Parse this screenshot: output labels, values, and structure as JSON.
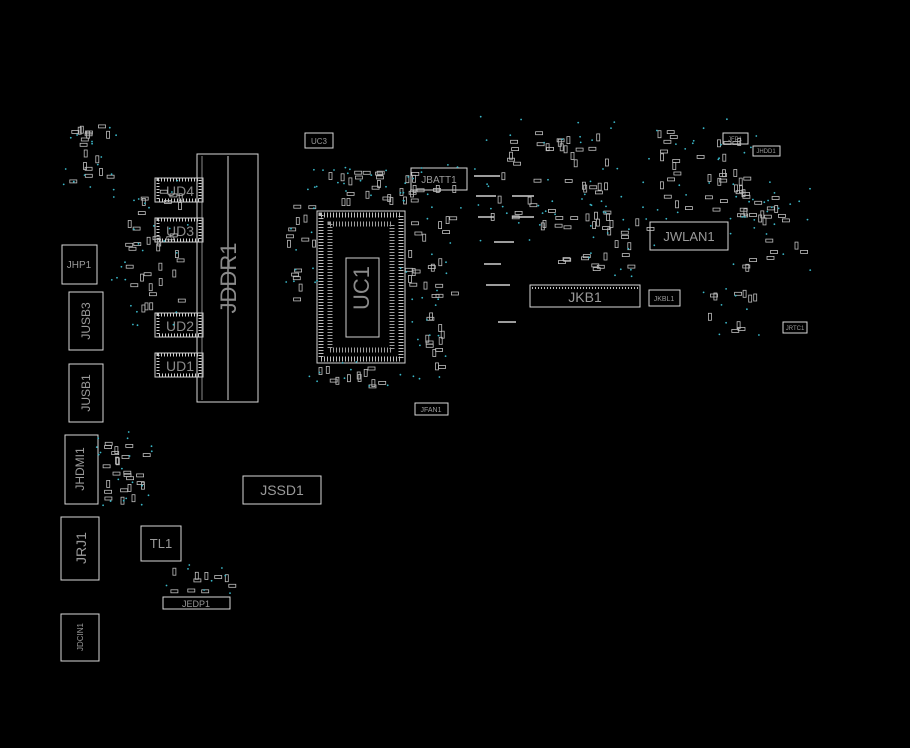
{
  "theme": {
    "background": "#000000",
    "outline": "#d8d8d8",
    "pad": "#bfbfbf",
    "via": "#3ab7c8",
    "label": "#9a9a9a"
  },
  "components": {
    "jddr1": "JDDR1",
    "ud4": "UD4",
    "ud3": "UD3",
    "ud2": "UD2",
    "ud1": "UD1",
    "uc1": "UC1",
    "uc3": "UC3",
    "jbatt1": "JBATT1",
    "jkb1": "JKB1",
    "jkbl1": "JKBL1",
    "jwlan1": "JWLAN1",
    "jhp1": "JHP1",
    "jusb3": "JUSB3",
    "jusb1": "JUSB1",
    "jhdmi1": "JHDMI1",
    "jrj1": "JRJ1",
    "jdcin1": "JDCIN1",
    "jssd1": "JSSD1",
    "tl1": "TL1",
    "jedp1": "JEDP1",
    "jfan1": "JFAN1",
    "jfp1": "JFP1",
    "jhdd1": "JHDD1",
    "jrtc1": "JRTC1"
  }
}
